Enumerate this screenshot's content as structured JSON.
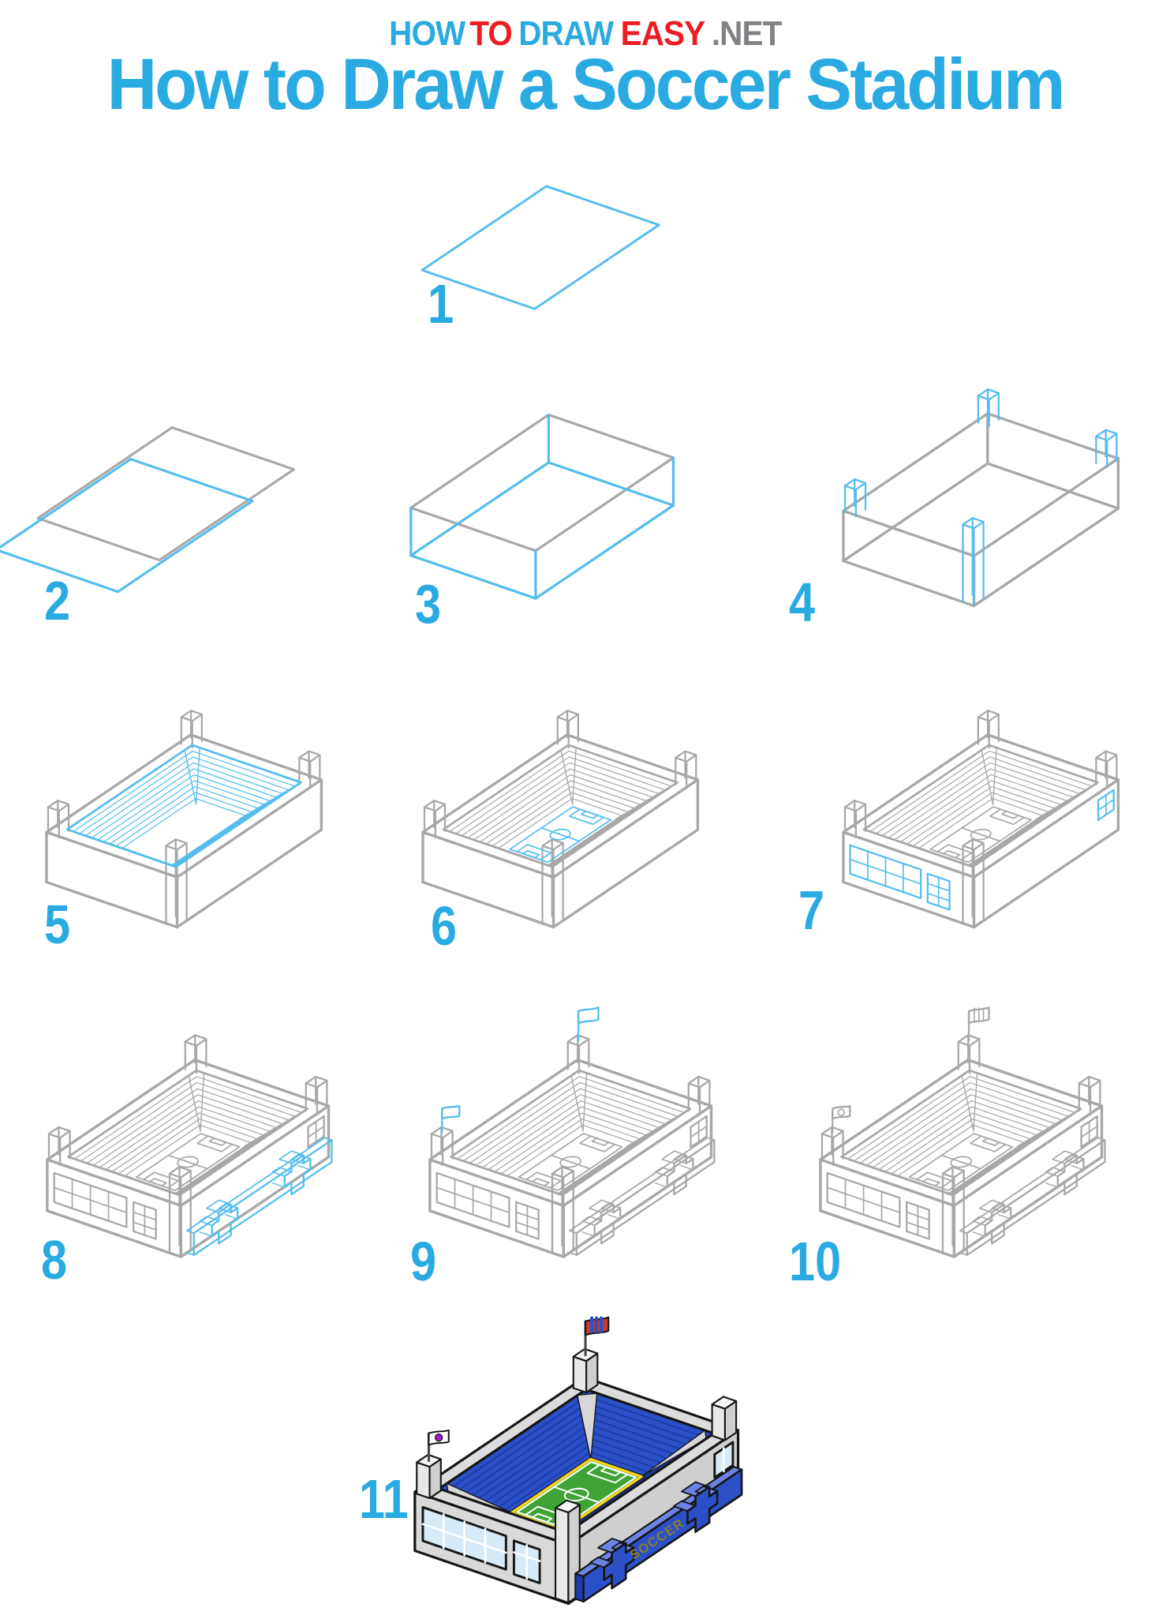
{
  "logo": {
    "parts": [
      {
        "id": "how",
        "text": "HOW",
        "color": "#29abe2"
      },
      {
        "id": "to",
        "text": "TO",
        "color": "#ed1c24"
      },
      {
        "id": "draw",
        "text": "DRAW",
        "color": "#29abe2"
      },
      {
        "id": "easy",
        "text": "EASY",
        "color": "#ed1c24"
      },
      {
        "id": "net",
        "text": ".NET",
        "color": "#808285"
      }
    ]
  },
  "title": "How to Draw a Soccer Stadium",
  "steps": [
    {
      "label": "1"
    },
    {
      "label": "2"
    },
    {
      "label": "3"
    },
    {
      "label": "4"
    },
    {
      "label": "5"
    },
    {
      "label": "6"
    },
    {
      "label": "7"
    },
    {
      "label": "8"
    },
    {
      "label": "9"
    },
    {
      "label": "10"
    },
    {
      "label": "11"
    }
  ],
  "stadium": {
    "sign_text": "SOCCER"
  },
  "palette": {
    "title": "#29abe2",
    "step_number": "#29abe2",
    "new_line": "#55bdee",
    "old_line": "#a8a8a8",
    "outline": "#161616",
    "wall": "#d9d9d9",
    "wall_dark": "#cfcfcf",
    "wall_light": "#e8e8e8",
    "roof": "#dcdcdc",
    "stand": "#2b50c8",
    "stand_line": "#1b3aa6",
    "stand_top": "#6b84e3",
    "field": "#3fa435",
    "field_line": "#ffffff",
    "field_border": "#f5d321",
    "glass": "#d6eaf7",
    "entrance": "#2b50c8",
    "entrance_dark": "#1d3cae",
    "soccer_text": "#8a7c28",
    "tower_cap": "#f5f5f5",
    "flag_red": "#c23b34",
    "flag_blue": "#2b50c8",
    "flag_purple": "#a21fd0",
    "pole": "#4a4a4a",
    "wedge": "#d7d7d7"
  }
}
